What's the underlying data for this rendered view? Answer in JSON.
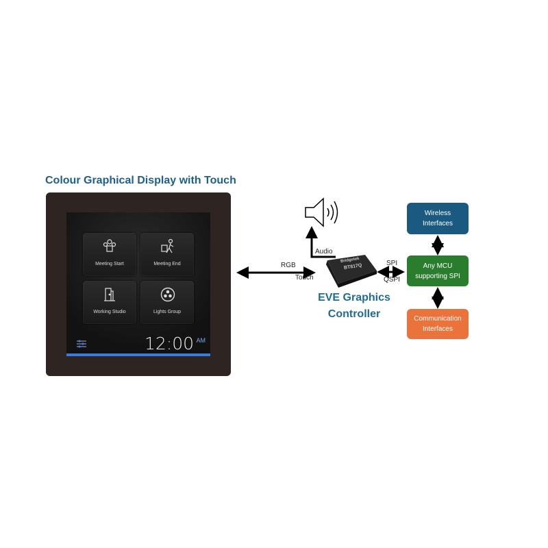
{
  "title": "Colour Graphical Display with Touch",
  "display": {
    "tiles": [
      {
        "label": "Meeting Start",
        "icon": "meeting-icon"
      },
      {
        "label": "Meeting End",
        "icon": "walk-out-icon"
      },
      {
        "label": "Working Studio",
        "icon": "door-icon"
      },
      {
        "label": "Lights Group",
        "icon": "lights-icon"
      }
    ],
    "clock": "12:00",
    "ampm": "AM",
    "accent": "#3a7be0"
  },
  "links": {
    "rgb": "RGB",
    "touch": "Touch",
    "audio": "Audio",
    "spi": "SPI",
    "qspi": "QSPI"
  },
  "chip": {
    "brand": "Bridgetek",
    "part": "BT817Q"
  },
  "controller": {
    "line1": "EVE Graphics",
    "line2": "Controller"
  },
  "boxes": {
    "wireless": {
      "line1": "Wireless",
      "line2": "Interfaces",
      "color": "#1b5a80"
    },
    "mcu": {
      "line1": "Any MCU",
      "line2": "supporting SPI",
      "color": "#2b7d2e"
    },
    "comm": {
      "line1": "Communication",
      "line2": "Interfaces",
      "color": "#e9733a"
    }
  }
}
